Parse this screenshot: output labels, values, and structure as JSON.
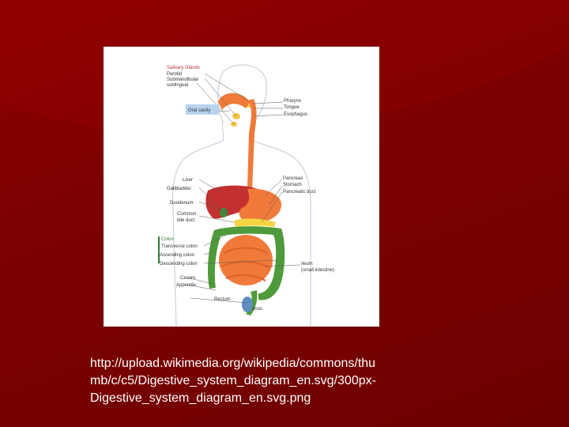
{
  "slide": {
    "background_color": "#7a0000",
    "caption_lines": [
      "http://upload.wikimedia.org/wikipedia/commons/thu",
      "mb/c/c5/Digestive_system_diagram_en.svg/300px-",
      "Digestive_system_diagram_en.svg.png"
    ]
  },
  "diagram": {
    "salivary": {
      "heading": "Salivary Glands",
      "items": [
        "Parotid",
        "Submandibular",
        "sublingual"
      ]
    },
    "oral_cavity": "Oral cavity",
    "right_labels": {
      "pharynx": "Pharynx",
      "tongue": "Tongue",
      "esophagus": "Esophagus",
      "pancreas": "Pancreas",
      "stomach": "Stomach",
      "pancreatic_duct": "Pancreatic duct",
      "ileum": "Ileum",
      "ileum_note": "(small intestine)",
      "anus": "anus"
    },
    "left_labels": {
      "liver": "Liver",
      "gallbladder": "Gallbladder",
      "duodenum": "Duodenum",
      "common_bile_duct_1": "Common",
      "common_bile_duct_2": "bile duct",
      "colon_heading": "Colon",
      "transverse_colon": "Transverse colon",
      "ascending_colon": "Ascending colon",
      "descending_colon": "Descending colon",
      "cecum": "Cecum",
      "appendix": "Appendix",
      "rectum": "Rectum"
    }
  }
}
